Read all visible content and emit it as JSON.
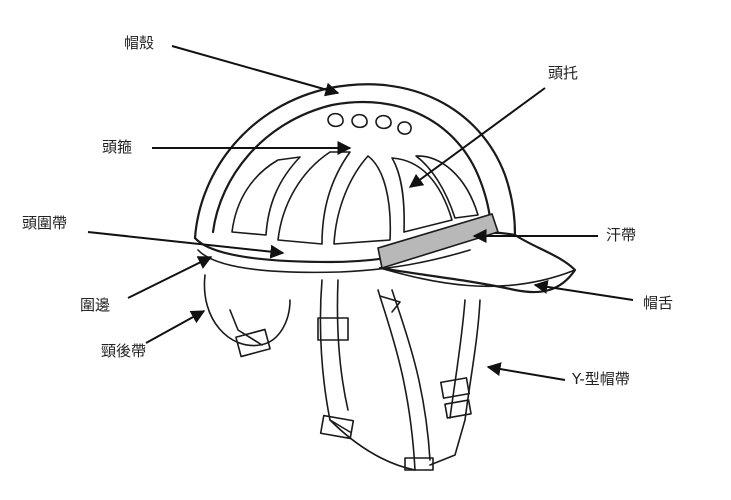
{
  "labels": {
    "shell": "帽殼",
    "crown_strap": "頭箍",
    "headband": "頭圍帶",
    "rim": "圍邊",
    "nape_strap": "頸後帶",
    "suspension": "頭托",
    "sweatband": "汗帶",
    "brim": "帽舌",
    "chin_strap": "Y-型帽帶"
  },
  "colors": {
    "line": "#1a1a1a",
    "sweatband_fill": "#b8b8b8",
    "background": "#ffffff"
  }
}
